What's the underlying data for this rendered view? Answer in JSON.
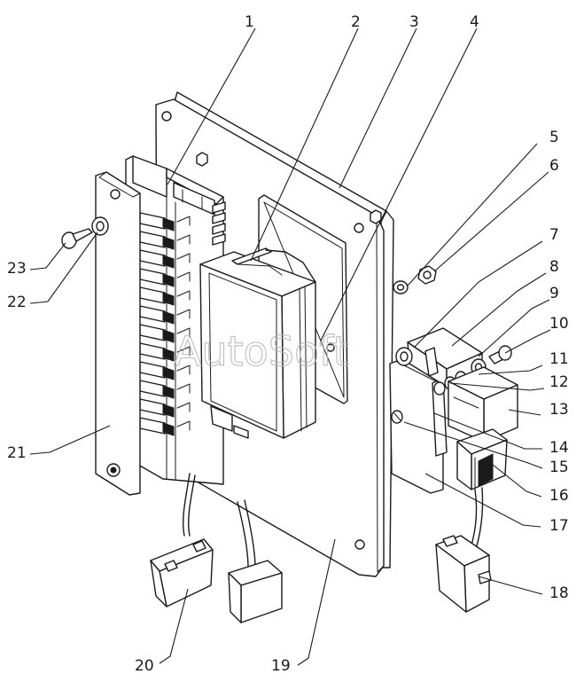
{
  "watermark": "AutoSoft",
  "callouts": [
    {
      "id": "c1",
      "label": "1"
    },
    {
      "id": "c2",
      "label": "2"
    },
    {
      "id": "c3",
      "label": "3"
    },
    {
      "id": "c4",
      "label": "4"
    },
    {
      "id": "c5",
      "label": "5"
    },
    {
      "id": "c6",
      "label": "6"
    },
    {
      "id": "c7",
      "label": "7"
    },
    {
      "id": "c8",
      "label": "8"
    },
    {
      "id": "c9",
      "label": "9"
    },
    {
      "id": "c10",
      "label": "10"
    },
    {
      "id": "c11",
      "label": "11"
    },
    {
      "id": "c12",
      "label": "12"
    },
    {
      "id": "c13",
      "label": "13"
    },
    {
      "id": "c14",
      "label": "14"
    },
    {
      "id": "c15",
      "label": "15"
    },
    {
      "id": "c16",
      "label": "16"
    },
    {
      "id": "c17",
      "label": "17"
    },
    {
      "id": "c18",
      "label": "18"
    },
    {
      "id": "c19",
      "label": "19"
    },
    {
      "id": "c20",
      "label": "20"
    },
    {
      "id": "c21",
      "label": "21"
    },
    {
      "id": "c22",
      "label": "22"
    },
    {
      "id": "c23",
      "label": "23"
    }
  ]
}
